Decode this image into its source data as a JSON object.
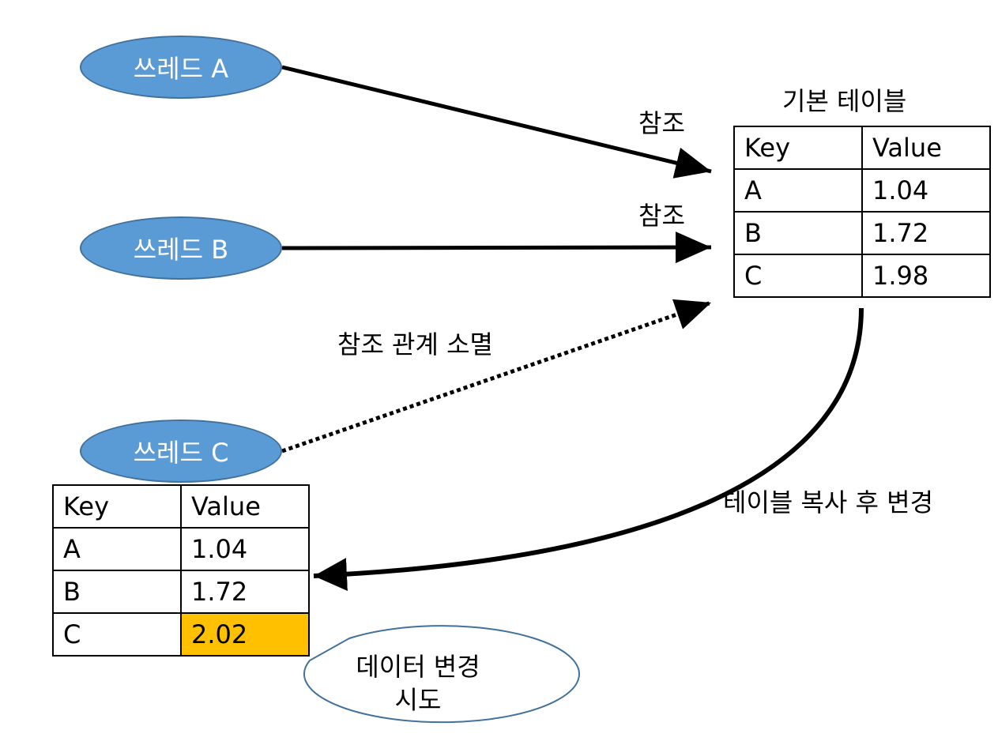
{
  "threads": {
    "a": "쓰레드 A",
    "b": "쓰레드 B",
    "c": "쓰레드 C"
  },
  "labels": {
    "ref_a": "참조",
    "ref_b": "참조",
    "ref_lost": "참조 관계 소멸",
    "copy_change": "테이블 복사 후 변경",
    "callout_line1": "데이터 변경",
    "callout_line2": "시도"
  },
  "base_table": {
    "title": "기본 테이블",
    "header": {
      "key": "Key",
      "value": "Value"
    },
    "rows": [
      {
        "key": "A",
        "value": "1.04"
      },
      {
        "key": "B",
        "value": "1.72"
      },
      {
        "key": "C",
        "value": "1.98"
      }
    ]
  },
  "copy_table": {
    "header": {
      "key": "Key",
      "value": "Value"
    },
    "rows": [
      {
        "key": "A",
        "value": "1.04"
      },
      {
        "key": "B",
        "value": "1.72"
      },
      {
        "key": "C",
        "value": "2.02"
      }
    ]
  },
  "colors": {
    "thread_fill": "#5b9bd5",
    "thread_border": "#41719c",
    "changed_cell": "#ffc000",
    "callout_border": "#41719c"
  }
}
